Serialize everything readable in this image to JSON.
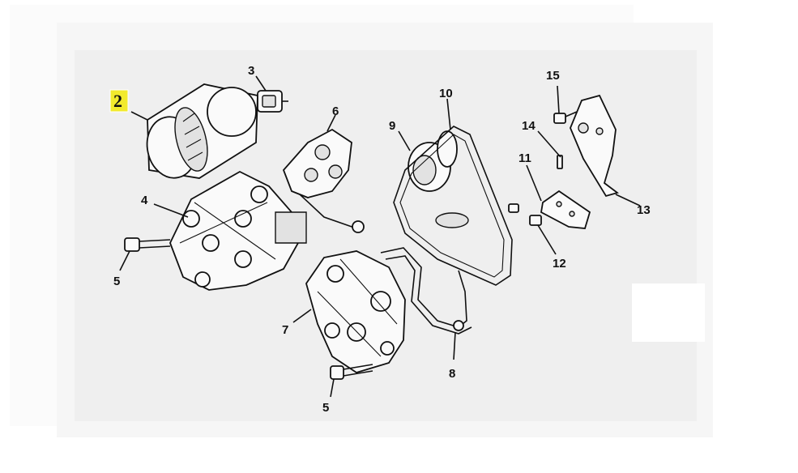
{
  "diagram": {
    "highlight_color": "#f2ea2c",
    "callouts": [
      {
        "id": "c2",
        "label": "2",
        "highlighted": true
      },
      {
        "id": "c3",
        "label": "3"
      },
      {
        "id": "c4",
        "label": "4"
      },
      {
        "id": "c5a",
        "label": "5"
      },
      {
        "id": "c5b",
        "label": "5"
      },
      {
        "id": "c6",
        "label": "6"
      },
      {
        "id": "c7",
        "label": "7"
      },
      {
        "id": "c8",
        "label": "8"
      },
      {
        "id": "c9",
        "label": "9"
      },
      {
        "id": "c10",
        "label": "10"
      },
      {
        "id": "c11",
        "label": "11"
      },
      {
        "id": "c12",
        "label": "12"
      },
      {
        "id": "c13",
        "label": "13"
      },
      {
        "id": "c14",
        "label": "14"
      },
      {
        "id": "c15",
        "label": "15"
      }
    ]
  }
}
